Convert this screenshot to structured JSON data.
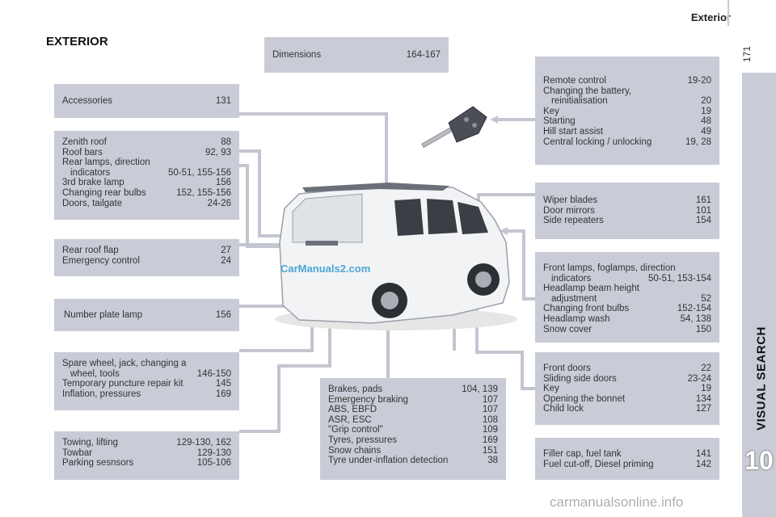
{
  "header": {
    "title": "Exterior",
    "page": "171"
  },
  "tab": {
    "label": "VISUAL SEARCH",
    "number": "10"
  },
  "section_title": "EXTERIOR",
  "watermark_top": "CarManuals2.com",
  "watermark_bottom": "carmanualsonline.info",
  "boxes": {
    "dimensions": [
      [
        "Dimensions",
        "164-167"
      ]
    ],
    "accessories": [
      [
        "Accessories",
        "131"
      ]
    ],
    "roof": [
      [
        "Zenith roof",
        "88"
      ],
      [
        "Roof bars",
        "92, 93"
      ],
      [
        "Rear lamps, direction",
        ""
      ],
      [
        "indicators",
        "50-51, 155-156"
      ],
      [
        "3rd brake lamp",
        "156"
      ],
      [
        "Changing rear bulbs",
        "152, 155-156"
      ],
      [
        "Doors, tailgate",
        "24-26"
      ]
    ],
    "rear_flap": [
      [
        "Rear roof flap",
        "27"
      ],
      [
        "Emergency control",
        "24"
      ]
    ],
    "number_plate": [
      [
        "Number plate lamp",
        "156"
      ]
    ],
    "spare_wheel": [
      [
        "Spare wheel, jack, changing a",
        ""
      ],
      [
        "wheel, tools",
        "146-150"
      ],
      [
        "Temporary puncture repair kit",
        "145"
      ],
      [
        "Inflation, pressures",
        "169"
      ]
    ],
    "towing": [
      [
        "Towing, lifting",
        "129-130, 162"
      ],
      [
        "Towbar",
        "129-130"
      ],
      [
        "Parking sesnsors",
        "105-106"
      ]
    ],
    "brakes": [
      [
        "Brakes, pads",
        "104, 139"
      ],
      [
        "Emergency braking",
        "107"
      ],
      [
        "ABS, EBFD",
        "107"
      ],
      [
        "ASR, ESC",
        "108"
      ],
      [
        "\"Grip control\"",
        "109"
      ],
      [
        "Tyres, pressures",
        "169"
      ],
      [
        "Snow chains",
        "151"
      ],
      [
        "Tyre under-inflation detection",
        "38"
      ]
    ],
    "remote": [
      [
        "Remote control",
        "19-20"
      ],
      [
        "Changing the battery,",
        ""
      ],
      [
        "reinitialisation",
        "20"
      ],
      [
        "Key",
        "19"
      ],
      [
        "Starting",
        "48"
      ],
      [
        "Hill start assist",
        "49"
      ],
      [
        "Central locking / unlocking",
        "19, 28"
      ]
    ],
    "wiper": [
      [
        "Wiper blades",
        "161"
      ],
      [
        "Door mirrors",
        "101"
      ],
      [
        "Side repeaters",
        "154"
      ]
    ],
    "front_lamps": [
      [
        "Front lamps, foglamps, direction",
        ""
      ],
      [
        "indicators",
        "50-51, 153-154"
      ],
      [
        "Headlamp beam height",
        ""
      ],
      [
        "adjustment",
        "52"
      ],
      [
        "Changing front bulbs",
        "152-154"
      ],
      [
        "Headlamp wash",
        "54, 138"
      ],
      [
        "Snow cover",
        "150"
      ]
    ],
    "doors": [
      [
        "Front doors",
        "22"
      ],
      [
        "Sliding side doors",
        "23-24"
      ],
      [
        "Key",
        "19"
      ],
      [
        "Opening the bonnet",
        "134"
      ],
      [
        "Child lock",
        "127"
      ]
    ],
    "filler": [
      [
        "Filler cap, fuel tank",
        "141"
      ],
      [
        "Fuel cut-off, Diesel priming",
        "142"
      ]
    ]
  }
}
